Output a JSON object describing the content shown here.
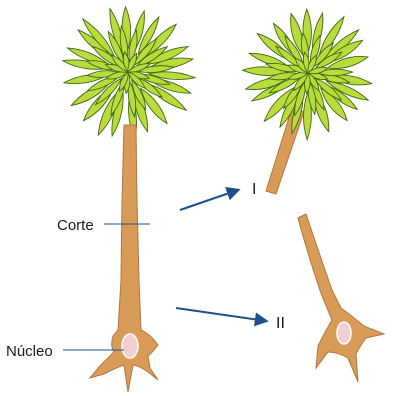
{
  "labels": {
    "cut": "Corte",
    "nucleus": "Núcleo",
    "part_one": "I",
    "part_two": "II"
  },
  "colors": {
    "leaf_fill": "#b9dc3c",
    "leaf_stroke": "#3d6b12",
    "stalk_fill": "#d89c58",
    "stalk_stroke": "#b5763a",
    "nucleus_fill": "#f3cfd3",
    "arrow": "#1d4f8a"
  }
}
